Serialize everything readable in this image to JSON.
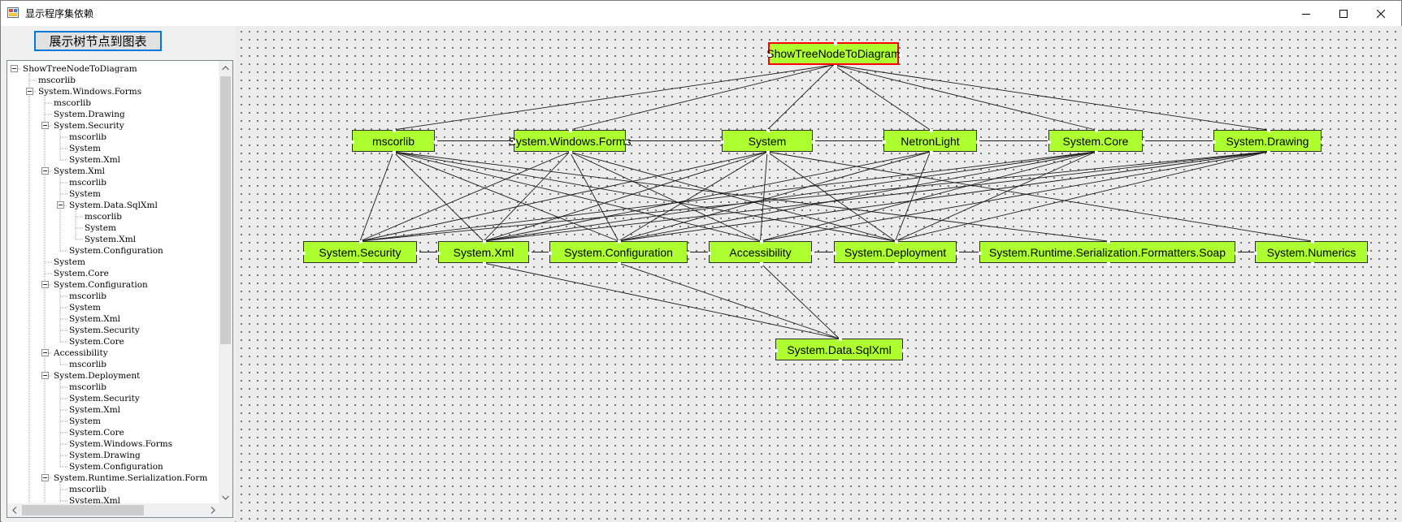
{
  "window": {
    "title": "显示程序集依赖",
    "minimize_glyph": "minimize-icon",
    "maximize_glyph": "maximize-icon",
    "close_glyph": "close-icon"
  },
  "toolbar": {
    "show_button_label": "展示树节点到图表"
  },
  "tree": {
    "items": [
      {
        "label": "ShowTreeNodeToDiagram",
        "level": 0,
        "expanded": true
      },
      {
        "label": "mscorlib",
        "level": 1,
        "expanded": null
      },
      {
        "label": "System.Windows.Forms",
        "level": 1,
        "expanded": true
      },
      {
        "label": "mscorlib",
        "level": 2,
        "expanded": null
      },
      {
        "label": "System.Drawing",
        "level": 2,
        "expanded": null
      },
      {
        "label": "System.Security",
        "level": 2,
        "expanded": true
      },
      {
        "label": "mscorlib",
        "level": 3,
        "expanded": null
      },
      {
        "label": "System",
        "level": 3,
        "expanded": null
      },
      {
        "label": "System.Xml",
        "level": 3,
        "expanded": null
      },
      {
        "label": "System.Xml",
        "level": 2,
        "expanded": true
      },
      {
        "label": "mscorlib",
        "level": 3,
        "expanded": null
      },
      {
        "label": "System",
        "level": 3,
        "expanded": null
      },
      {
        "label": "System.Data.SqlXml",
        "level": 3,
        "expanded": true
      },
      {
        "label": "mscorlib",
        "level": 4,
        "expanded": null
      },
      {
        "label": "System",
        "level": 4,
        "expanded": null
      },
      {
        "label": "System.Xml",
        "level": 4,
        "expanded": null
      },
      {
        "label": "System.Configuration",
        "level": 3,
        "expanded": null
      },
      {
        "label": "System",
        "level": 2,
        "expanded": null
      },
      {
        "label": "System.Core",
        "level": 2,
        "expanded": null
      },
      {
        "label": "System.Configuration",
        "level": 2,
        "expanded": true
      },
      {
        "label": "mscorlib",
        "level": 3,
        "expanded": null
      },
      {
        "label": "System",
        "level": 3,
        "expanded": null
      },
      {
        "label": "System.Xml",
        "level": 3,
        "expanded": null
      },
      {
        "label": "System.Security",
        "level": 3,
        "expanded": null
      },
      {
        "label": "System.Core",
        "level": 3,
        "expanded": null
      },
      {
        "label": "Accessibility",
        "level": 2,
        "expanded": true
      },
      {
        "label": "mscorlib",
        "level": 3,
        "expanded": null
      },
      {
        "label": "System.Deployment",
        "level": 2,
        "expanded": true
      },
      {
        "label": "mscorlib",
        "level": 3,
        "expanded": null
      },
      {
        "label": "System.Security",
        "level": 3,
        "expanded": null
      },
      {
        "label": "System.Xml",
        "level": 3,
        "expanded": null
      },
      {
        "label": "System",
        "level": 3,
        "expanded": null
      },
      {
        "label": "System.Core",
        "level": 3,
        "expanded": null
      },
      {
        "label": "System.Windows.Forms",
        "level": 3,
        "expanded": null
      },
      {
        "label": "System.Drawing",
        "level": 3,
        "expanded": null
      },
      {
        "label": "System.Configuration",
        "level": 3,
        "expanded": null
      },
      {
        "label": "System.Runtime.Serialization.Form",
        "level": 2,
        "expanded": true
      },
      {
        "label": "mscorlib",
        "level": 3,
        "expanded": null
      },
      {
        "label": "System.Xml",
        "level": 3,
        "expanded": null
      }
    ]
  },
  "diagram": {
    "selected_node": "ShowTreeNodeToDiagram",
    "node_color": "#adff2f",
    "selected_border_color": "#ff0000",
    "nodes": [
      {
        "id": "root",
        "label": "ShowTreeNodeToDiagram"
      },
      {
        "id": "mscorlib",
        "label": "mscorlib"
      },
      {
        "id": "swf",
        "label": "System.Windows.Forms"
      },
      {
        "id": "system",
        "label": "System"
      },
      {
        "id": "netron",
        "label": "NetronLight"
      },
      {
        "id": "core",
        "label": "System.Core"
      },
      {
        "id": "drawing",
        "label": "System.Drawing"
      },
      {
        "id": "security",
        "label": "System.Security"
      },
      {
        "id": "xml",
        "label": "System.Xml"
      },
      {
        "id": "config",
        "label": "System.Configuration"
      },
      {
        "id": "access",
        "label": "Accessibility"
      },
      {
        "id": "deploy",
        "label": "System.Deployment"
      },
      {
        "id": "soap",
        "label": "System.Runtime.Serialization.Formatters.Soap"
      },
      {
        "id": "numerics",
        "label": "System.Numerics"
      },
      {
        "id": "sqlxml",
        "label": "System.Data.SqlXml"
      }
    ]
  }
}
